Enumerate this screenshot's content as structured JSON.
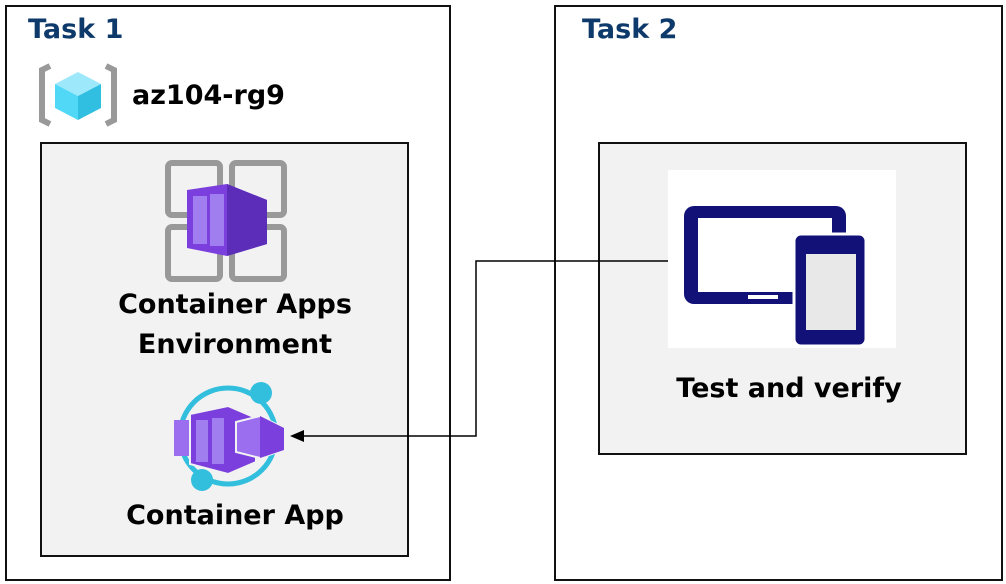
{
  "task1": {
    "title": "Task 1",
    "resource_group": "az104-rg9",
    "env_label_1": "Container Apps",
    "env_label_2": "Environment",
    "app_label": "Container App"
  },
  "task2": {
    "title": "Task 2",
    "test_label": "Test and verify"
  },
  "colors": {
    "title": "#0e3a6b",
    "inner_fill": "#f2f2f2",
    "purple": "#7b3fe0",
    "cyan": "#32bedd",
    "device": "#111177"
  },
  "icons": [
    "resource-group-icon",
    "container-apps-environment-icon",
    "container-app-icon",
    "devices-icon"
  ]
}
